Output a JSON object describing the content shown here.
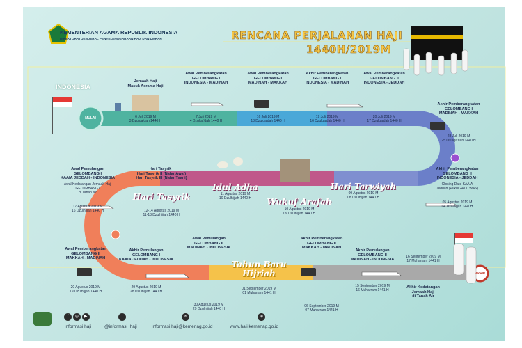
{
  "header": {
    "ministry": "KEMENTERIAN AGAMA REPUBLIK INDONESIA",
    "directorate": "DIREKTORAT JENDERAL PENYELENGGARAAN HAJI DAN UMRAH",
    "title_line1": "RENCANA PERJALANAN HAJI",
    "title_line2": "1440H/2019M"
  },
  "origin_label": "INDONESIA",
  "start_label": "MULAI",
  "end_label": "AKHIR",
  "colors": {
    "green": "#4fb3a0",
    "blue": "#4aa8d8",
    "indigo": "#6b7fc9",
    "periwinkle": "#7f8fd0",
    "mauve": "#c0588a",
    "orange": "#f07f5a",
    "yellow": "#f5c24a",
    "gray": "#a9a9a9"
  },
  "events": [
    {
      "label": [
        "Jemaah Haji",
        "Masuk Asrama Haji"
      ],
      "date_m": "6 Juli 2019 M",
      "date_h": "3 Dzulqa'dah 1440 H",
      "icon": "building-icon"
    },
    {
      "label": [
        "Awal Pemberangkatan",
        "GELOMBANG I",
        "INDONESIA - MADINAH"
      ],
      "date_m": "7 Juli 2019 M",
      "date_h": "4 Dzulqa'dah 1440 H",
      "icon": "airplane-icon"
    },
    {
      "label": [
        "Awal Pemberangkatan",
        "GELOMBANG I",
        "MADINAH - MAKKAH"
      ],
      "date_m": "16 Juli 2019 M",
      "date_h": "13 Dzulqa'dah 1440 H",
      "icon": "bus-icon"
    },
    {
      "label": [
        "Akhir Pemberangkatan",
        "GELOMBANG I",
        "INDONESIA - MADINAH"
      ],
      "date_m": "19 Juli 2019 M",
      "date_h": "16 Dzulqa'dah 1440 H",
      "icon": "airplane-icon"
    },
    {
      "label": [
        "Awal Pemberangkatan",
        "GELOMBANG II",
        "INDONESIA - JEDDAH"
      ],
      "date_m": "20 Juli 2019 M",
      "date_h": "17 Dzulqa'dah 1440 H"
    },
    {
      "label": [
        "Akhir Pemberangkatan",
        "GELOMBANG I",
        "MADINAH - MAKKAH"
      ],
      "date_m": "28 Juli 2019 M",
      "date_h": "25 Dzulqa'dah 1440 H",
      "icon": "bus-icon"
    },
    {
      "label": [
        "Akhir Pemberangkatan",
        "GELOMBANG II",
        "INDONESIA - JEDDAH"
      ],
      "note": [
        "Closing Date KAAIA",
        "Jeddah (Pukul 24:00 WAS)"
      ],
      "date_m": "05 Agustus 2019 M",
      "date_h": "04 Dzulhijjah 1440H",
      "icon": "airplane-icon"
    },
    {
      "title": "Hari Tarwiyah",
      "date_m": "09 Agustus 2019 M",
      "date_h": "08 Dzulhijjah 1440 H"
    },
    {
      "title": "Wukuf Arafah",
      "date_m": "10 Agustus 2019 M",
      "date_h": "09 Dzulhijjah 1440 H"
    },
    {
      "title": "Idul Adha",
      "date_m": "11 Agustus 2019 M",
      "date_h": "10 Dzulhijjah 1440 H"
    },
    {
      "title": "Hari Tasyrik",
      "label": [
        "Hari Tasyrik I",
        "Hari Tasyrik II (Nafar Awal)",
        "Hari Tasyrik III (Nafar Tsani)"
      ],
      "date_m": "12-14 Agustus 2019 M",
      "date_h": "11-13 Dzulhijjah 1440 H"
    },
    {
      "label": [
        "Awal Pemulangan",
        "GELOMBANG I",
        "KAAIA JEDDAH - INDONESIA"
      ],
      "note": [
        "Awal Kedatangan Jemaah Haji",
        "GELOMBANG I",
        "di Tanah air"
      ],
      "date_m": "17 Agustus 2019 M",
      "date_h": "16 Dzulhijjah 1440 H",
      "icon": "airplane-icon"
    },
    {
      "label": [
        "Awal Pemberangkatan",
        "GELOMBANG II",
        "MAKKAH - MADINAH"
      ],
      "date_m": "20 Agustus 2019 M",
      "date_h": "19 Dzulhijjah 1440 H",
      "icon": "bus-icon"
    },
    {
      "label": [
        "Akhir Pemulangan",
        "GELOMBANG I",
        "KAAIA JEDDAH - INDONESIA"
      ],
      "date_m": "29 Agustus 2019 M",
      "date_h": "28 Dzulhijjah 1440 H",
      "icon": "airplane-icon"
    },
    {
      "label": [
        "Awal Pemulangan",
        "GELOMBANG II",
        "MADINAH - INDONESIA"
      ],
      "date_m": "30 Agustus 2019 M",
      "date_h": "29 Dzulhijjah 1440 H"
    },
    {
      "title": "Tahun Baru Hijriah",
      "date_m": "01 September 2019 M",
      "date_h": "01 Muharram 1441 H"
    },
    {
      "label": [
        "Akhir Pemberangkatan",
        "GELOMBANG II",
        "MAKKAH - MADINAH"
      ],
      "date_m": "06 September 2019 M",
      "date_h": "07 Muharram 1441 H",
      "icon": "bus-icon"
    },
    {
      "label": [
        "Akhir Pemulangan",
        "GELOMBANG II",
        "MADINAH - INDONESIA"
      ],
      "date_m": "15 September 2019 M",
      "date_h": "16 Muharram 1441 H",
      "icon": "airplane-icon"
    },
    {
      "label": [
        "Akhir Kedatangan",
        "Jemaah Haji",
        "di Tanah Air"
      ],
      "date_m": "16 September 2019 M",
      "date_h": "17 Muharram 1441 H"
    }
  ],
  "footer": {
    "facebook_instagram_youtube": "informasi haji",
    "twitter": "@informasi_haji",
    "email": "informasi.haji@kemenag.go.id",
    "website": "www.haji.kemenag.go.id"
  }
}
